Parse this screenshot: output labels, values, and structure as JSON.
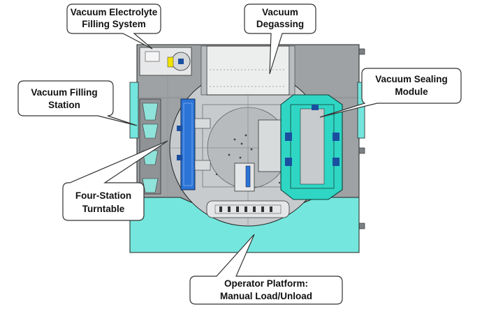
{
  "colors": {
    "machine_base": "#9ea2a4",
    "machine_dark": "#7d8184",
    "platform": "#74e6dd",
    "sealing_module": "#2fd6c4",
    "turntable": "#c7cbcd",
    "turntable_blue": "#2c74d6",
    "outline": "#222222"
  },
  "labels": {
    "electrolyte": [
      "Vacuum Electrolyte",
      "Filling System"
    ],
    "degassing": [
      "Vacuum",
      "Degassing"
    ],
    "filling": [
      "Vacuum Filling",
      "Station"
    ],
    "sealing": [
      "Vacuum Sealing",
      "Module"
    ],
    "turntable": [
      "Four-Station",
      "Turntable"
    ],
    "platform": [
      "Operator Platform:",
      "Manual Load/Unload"
    ]
  }
}
